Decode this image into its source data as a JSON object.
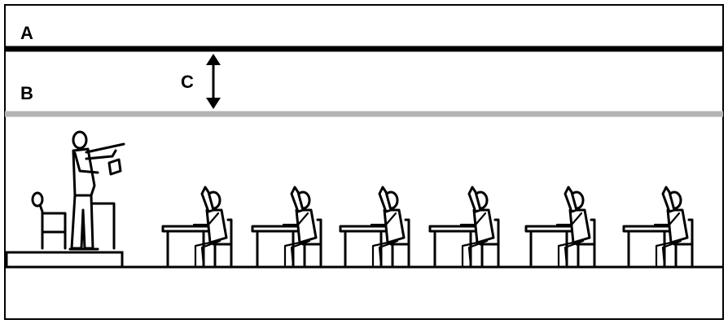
{
  "labels": {
    "a": "A",
    "b": "B",
    "c": "C"
  },
  "colors": {
    "line_a": "#000000",
    "line_b": "#b3b3b3",
    "outline": "#000000",
    "background": "#ffffff"
  },
  "icons": {
    "arrow_c": "double-headed-vertical-arrow",
    "teacher": "standing-teacher-pointing",
    "students": "seated-student-at-desk"
  },
  "students": [
    {
      "hand_raised": true
    },
    {
      "hand_raised": true
    },
    {
      "hand_raised": true
    },
    {
      "hand_raised": true
    },
    {
      "hand_raised": true
    },
    {
      "hand_raised": true
    }
  ]
}
